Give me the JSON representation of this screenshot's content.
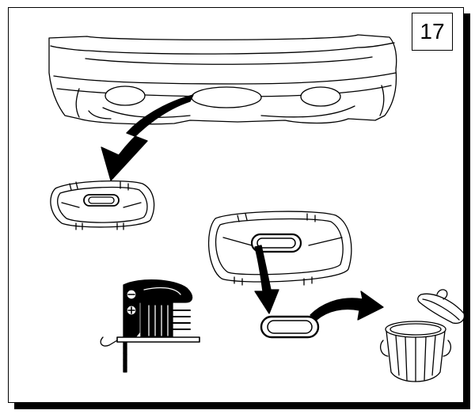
{
  "step": {
    "number": "17"
  },
  "colors": {
    "ink": "#000000",
    "paper": "#ffffff",
    "fill": "#f2f2f2"
  },
  "illustration": {
    "icons": [
      "rear-bumper",
      "cutout-arrow",
      "removed-panel",
      "panel-with-insert",
      "drop-arrow",
      "oval-insert",
      "discard-arrow",
      "trash-can",
      "jigsaw"
    ]
  }
}
